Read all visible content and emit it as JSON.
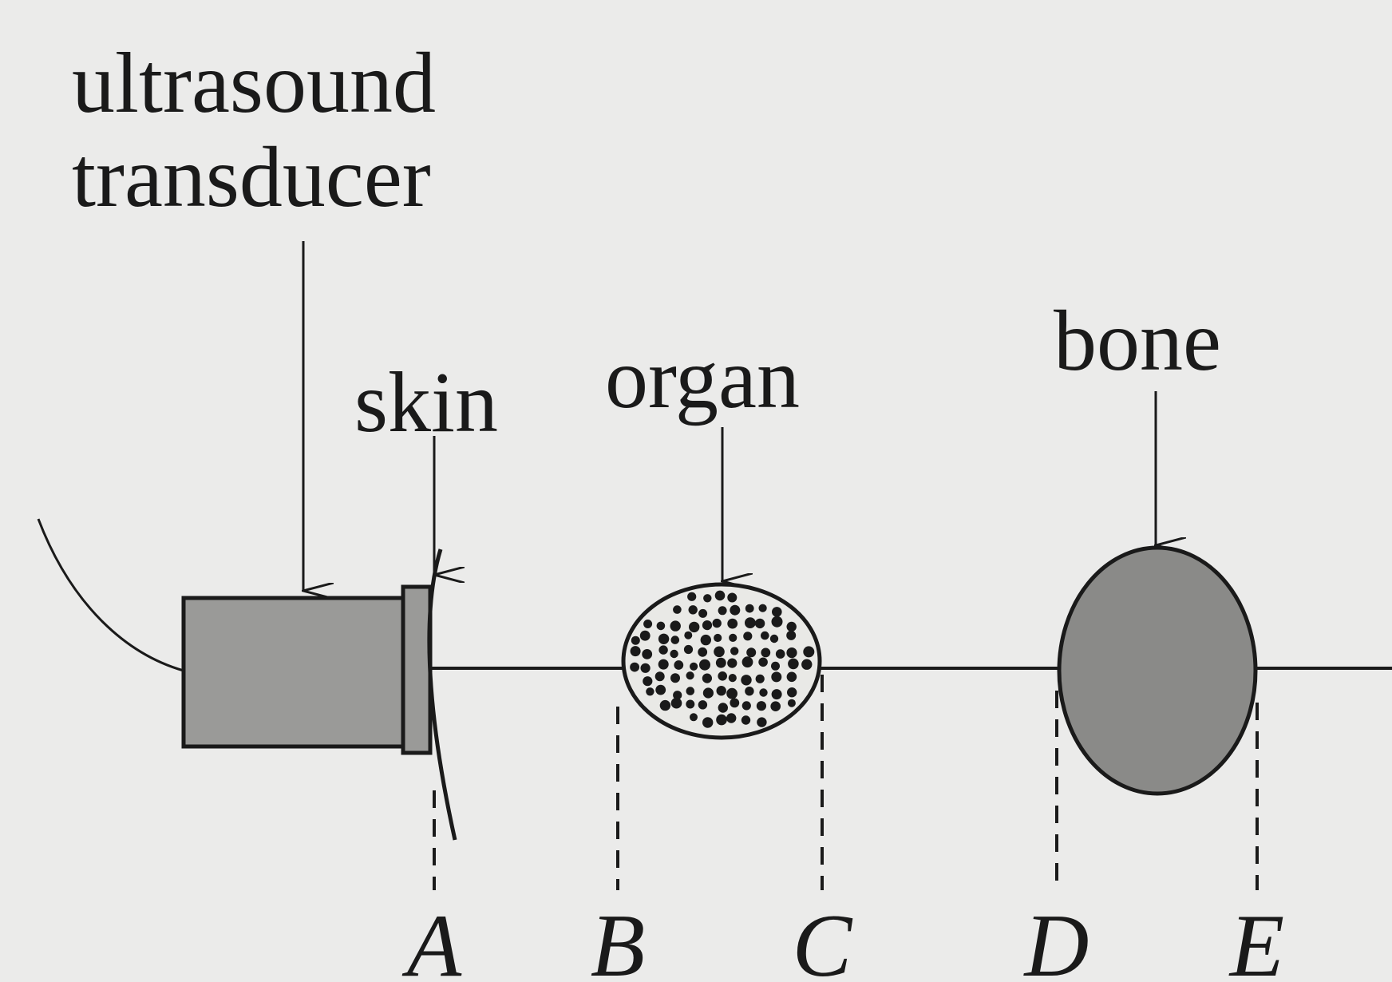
{
  "labels": {
    "transducer_line1": "ultrasound",
    "transducer_line2": "transducer",
    "skin": "skin",
    "organ": "organ",
    "bone": "bone"
  },
  "boundaries": [
    "A",
    "B",
    "C",
    "D",
    "E"
  ],
  "colors": {
    "background": "#ebebea",
    "ink": "#1a1a1a",
    "transducer_fill": "#9a9a98",
    "bone_fill": "#8a8a88",
    "organ_fill": "#e9e9e6"
  }
}
